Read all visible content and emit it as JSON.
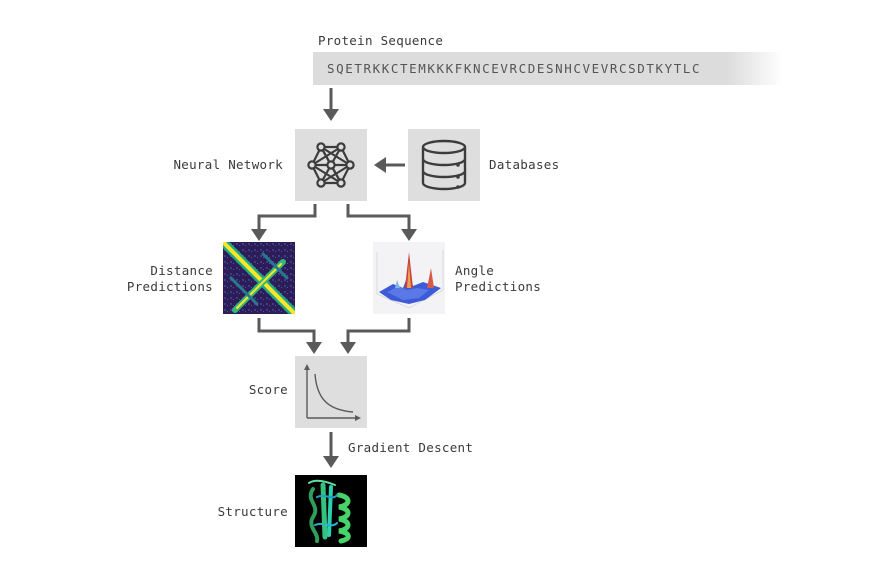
{
  "input": {
    "title": "Protein Sequence",
    "sequence": "SQETRKKCTEMKKKFKNCEVRCDESNHCVEVRCSDTKYTLC"
  },
  "nodes": {
    "neural_network": "Neural Network",
    "databases": "Databases",
    "distance_predictions_line1": "Distance",
    "distance_predictions_line2": "Predictions",
    "angle_predictions_line1": "Angle",
    "angle_predictions_line2": "Predictions",
    "score": "Score",
    "gradient_descent": "Gradient Descent",
    "structure": "Structure"
  },
  "icons": {
    "neural_network": "neural-network-icon",
    "databases": "database-icon",
    "score": "decay-curve-icon"
  },
  "colors": {
    "box_fill": "#dedede",
    "arrow": "#5a5a5a",
    "icon_stroke": "#3c3c3c"
  }
}
